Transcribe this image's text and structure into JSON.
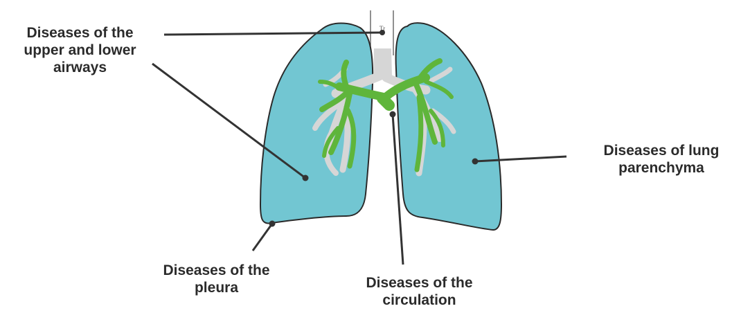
{
  "labels": {
    "airways": [
      "Diseases of the",
      "upper and lower",
      "airways"
    ],
    "parenchyma": [
      "Diseases of lung",
      "parenchyma"
    ],
    "pleura": [
      "Diseases of the",
      "pleura"
    ],
    "circulation": [
      "Diseases of the",
      "circulation"
    ],
    "trachea_mark": "Tr"
  },
  "colors": {
    "lung_fill": "#72c6d2",
    "outline": "#2a2a2a",
    "airway_green": "#5fb53b",
    "vessel_gray": "#d6d6d6",
    "leader": "#333333"
  }
}
